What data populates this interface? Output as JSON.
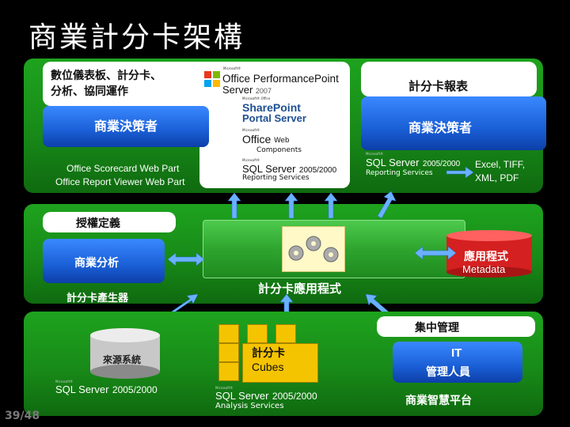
{
  "title": "商業計分卡架構",
  "top": {
    "left_label": "數位儀表板、計分卡、\n分析、協同運作",
    "pps_small": "Microsoft®",
    "pps_name": "Office PerformancePoint",
    "pps_server": "Server",
    "pps_year": "2007",
    "left_button": "商業決策者",
    "webparts": [
      "Office Scorecard Web Part",
      "Office Report Viewer Web Part"
    ],
    "sp_small": "Microsoft® Office",
    "sp_name": "SharePoint",
    "sp_portal": "Portal Server",
    "owc_small": "Microsoft®",
    "owc_office": "Office",
    "owc_web": "Web",
    "owc_components": "Components",
    "sql_small": "Microsoft®",
    "sql_name": "SQL Server",
    "sql_year": "2005/2000",
    "sql_rs": "Reporting Services",
    "right_label": "計分卡報表",
    "right_button": "商業決策者",
    "right_sql_small": "Microsoft®",
    "right_sql_name": "SQL Server",
    "right_sql_year": "2005/2000",
    "right_sql_rs": "Reporting Services",
    "export_formats": "Excel, TIFF,\nXML, PDF"
  },
  "mid": {
    "auth_label": "授權定義",
    "analysis_button": "商業分析",
    "generator_label": "計分卡產生器",
    "app_label": "計分卡應用程式",
    "metadata_cn": "應用程式",
    "metadata_en": "Metadata"
  },
  "bot": {
    "source_label": "來源系統",
    "src_sql_small": "Microsoft®",
    "src_sql_name": "SQL Server",
    "src_sql_year": "2005/2000",
    "cubes_cn": "計分卡",
    "cubes_en": "Cubes",
    "as_sql_small": "Microsoft®",
    "as_sql_name": "SQL Server",
    "as_sql_year": "2005/2000",
    "as_label": "Analysis Services",
    "central_label": "集中管理",
    "it_en": "IT",
    "it_cn": "管理人員",
    "platform_label": "商業智慧平台"
  },
  "page_number": "39/48",
  "colors": {
    "panel_green": "#188a18",
    "button_blue": "#1a5fd6",
    "metadata_red": "#d42020"
  }
}
